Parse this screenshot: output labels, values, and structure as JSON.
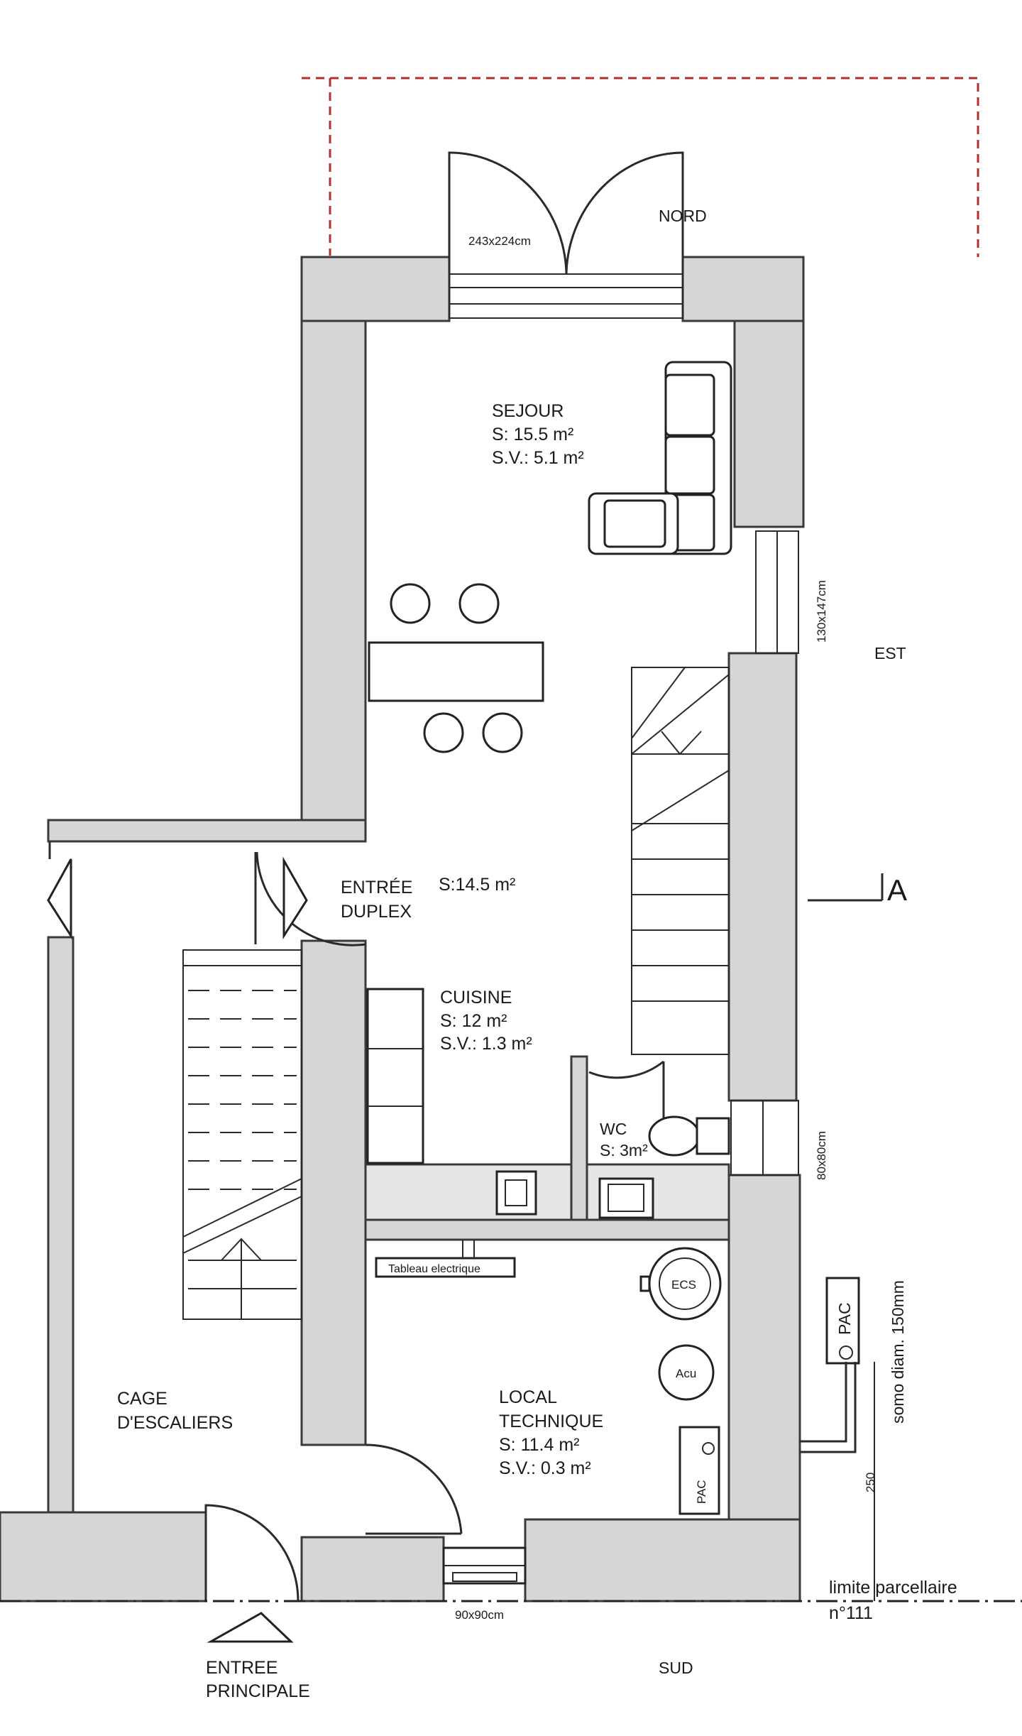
{
  "colors": {
    "wall_fill": "#d6d6d6",
    "wall_stroke": "#3a3a3a",
    "terrace_outline": "#b03030",
    "background": "#ffffff"
  },
  "orientation": {
    "north": "NORD",
    "east": "EST",
    "south": "SUD"
  },
  "rooms": {
    "sejour": {
      "name": "SEJOUR",
      "area": "S: 15.5 m²",
      "sv": "S.V.: 5.1 m²"
    },
    "entree": {
      "name_line1": "ENTRÉE",
      "name_line2": "DUPLEX",
      "area": "S:14.5 m²"
    },
    "cuisine": {
      "name": "CUISINE",
      "area": "S: 12 m²",
      "sv": "S.V.: 1.3 m²"
    },
    "wc": {
      "name": "WC",
      "area": "S: 3m²"
    },
    "local": {
      "name_line1": "LOCAL",
      "name_line2": "TECHNIQUE",
      "area": "S: 11.4 m²",
      "sv": "S.V.: 0.3 m²"
    },
    "cage": {
      "name_line1": "CAGE",
      "name_line2": "D'ESCALIERS"
    }
  },
  "openings": {
    "north_door": "243x224cm",
    "east_window": "130x147cm",
    "east_small_window": "80x80cm",
    "south_window": "90x90cm"
  },
  "equipment": {
    "panel": "Tableau electrique",
    "ecs": "ECS",
    "acu": "Acu",
    "pac_inside": "PAC",
    "pac_outside": "PAC",
    "duct": "somo diam. 150mm",
    "offset": "250"
  },
  "annotations": {
    "section_mark": "A",
    "boundary_line1": "limite parcellaire",
    "boundary_line2": "n°111",
    "main_entrance_line1": "ENTREE",
    "main_entrance_line2": "PRINCIPALE"
  }
}
